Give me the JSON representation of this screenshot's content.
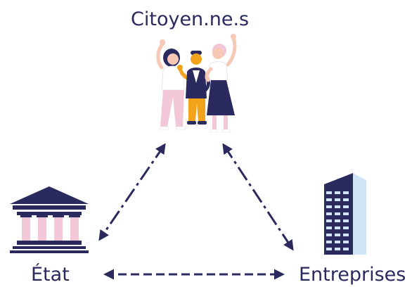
{
  "labels": {
    "citizens": "Citoyen.ne.s",
    "state": "État",
    "companies": "Entreprises"
  },
  "icons": {
    "citizens": "people-cheering-illustration",
    "state": "government-building-icon",
    "companies": "office-tower-icon"
  },
  "colors": {
    "navy": "#2b2a5e",
    "pink": "#f2c7d8",
    "sky": "#cfe4f4",
    "orange": "#f2a31b",
    "peach": "#f6c8b5",
    "text": "#2b2a5e"
  }
}
